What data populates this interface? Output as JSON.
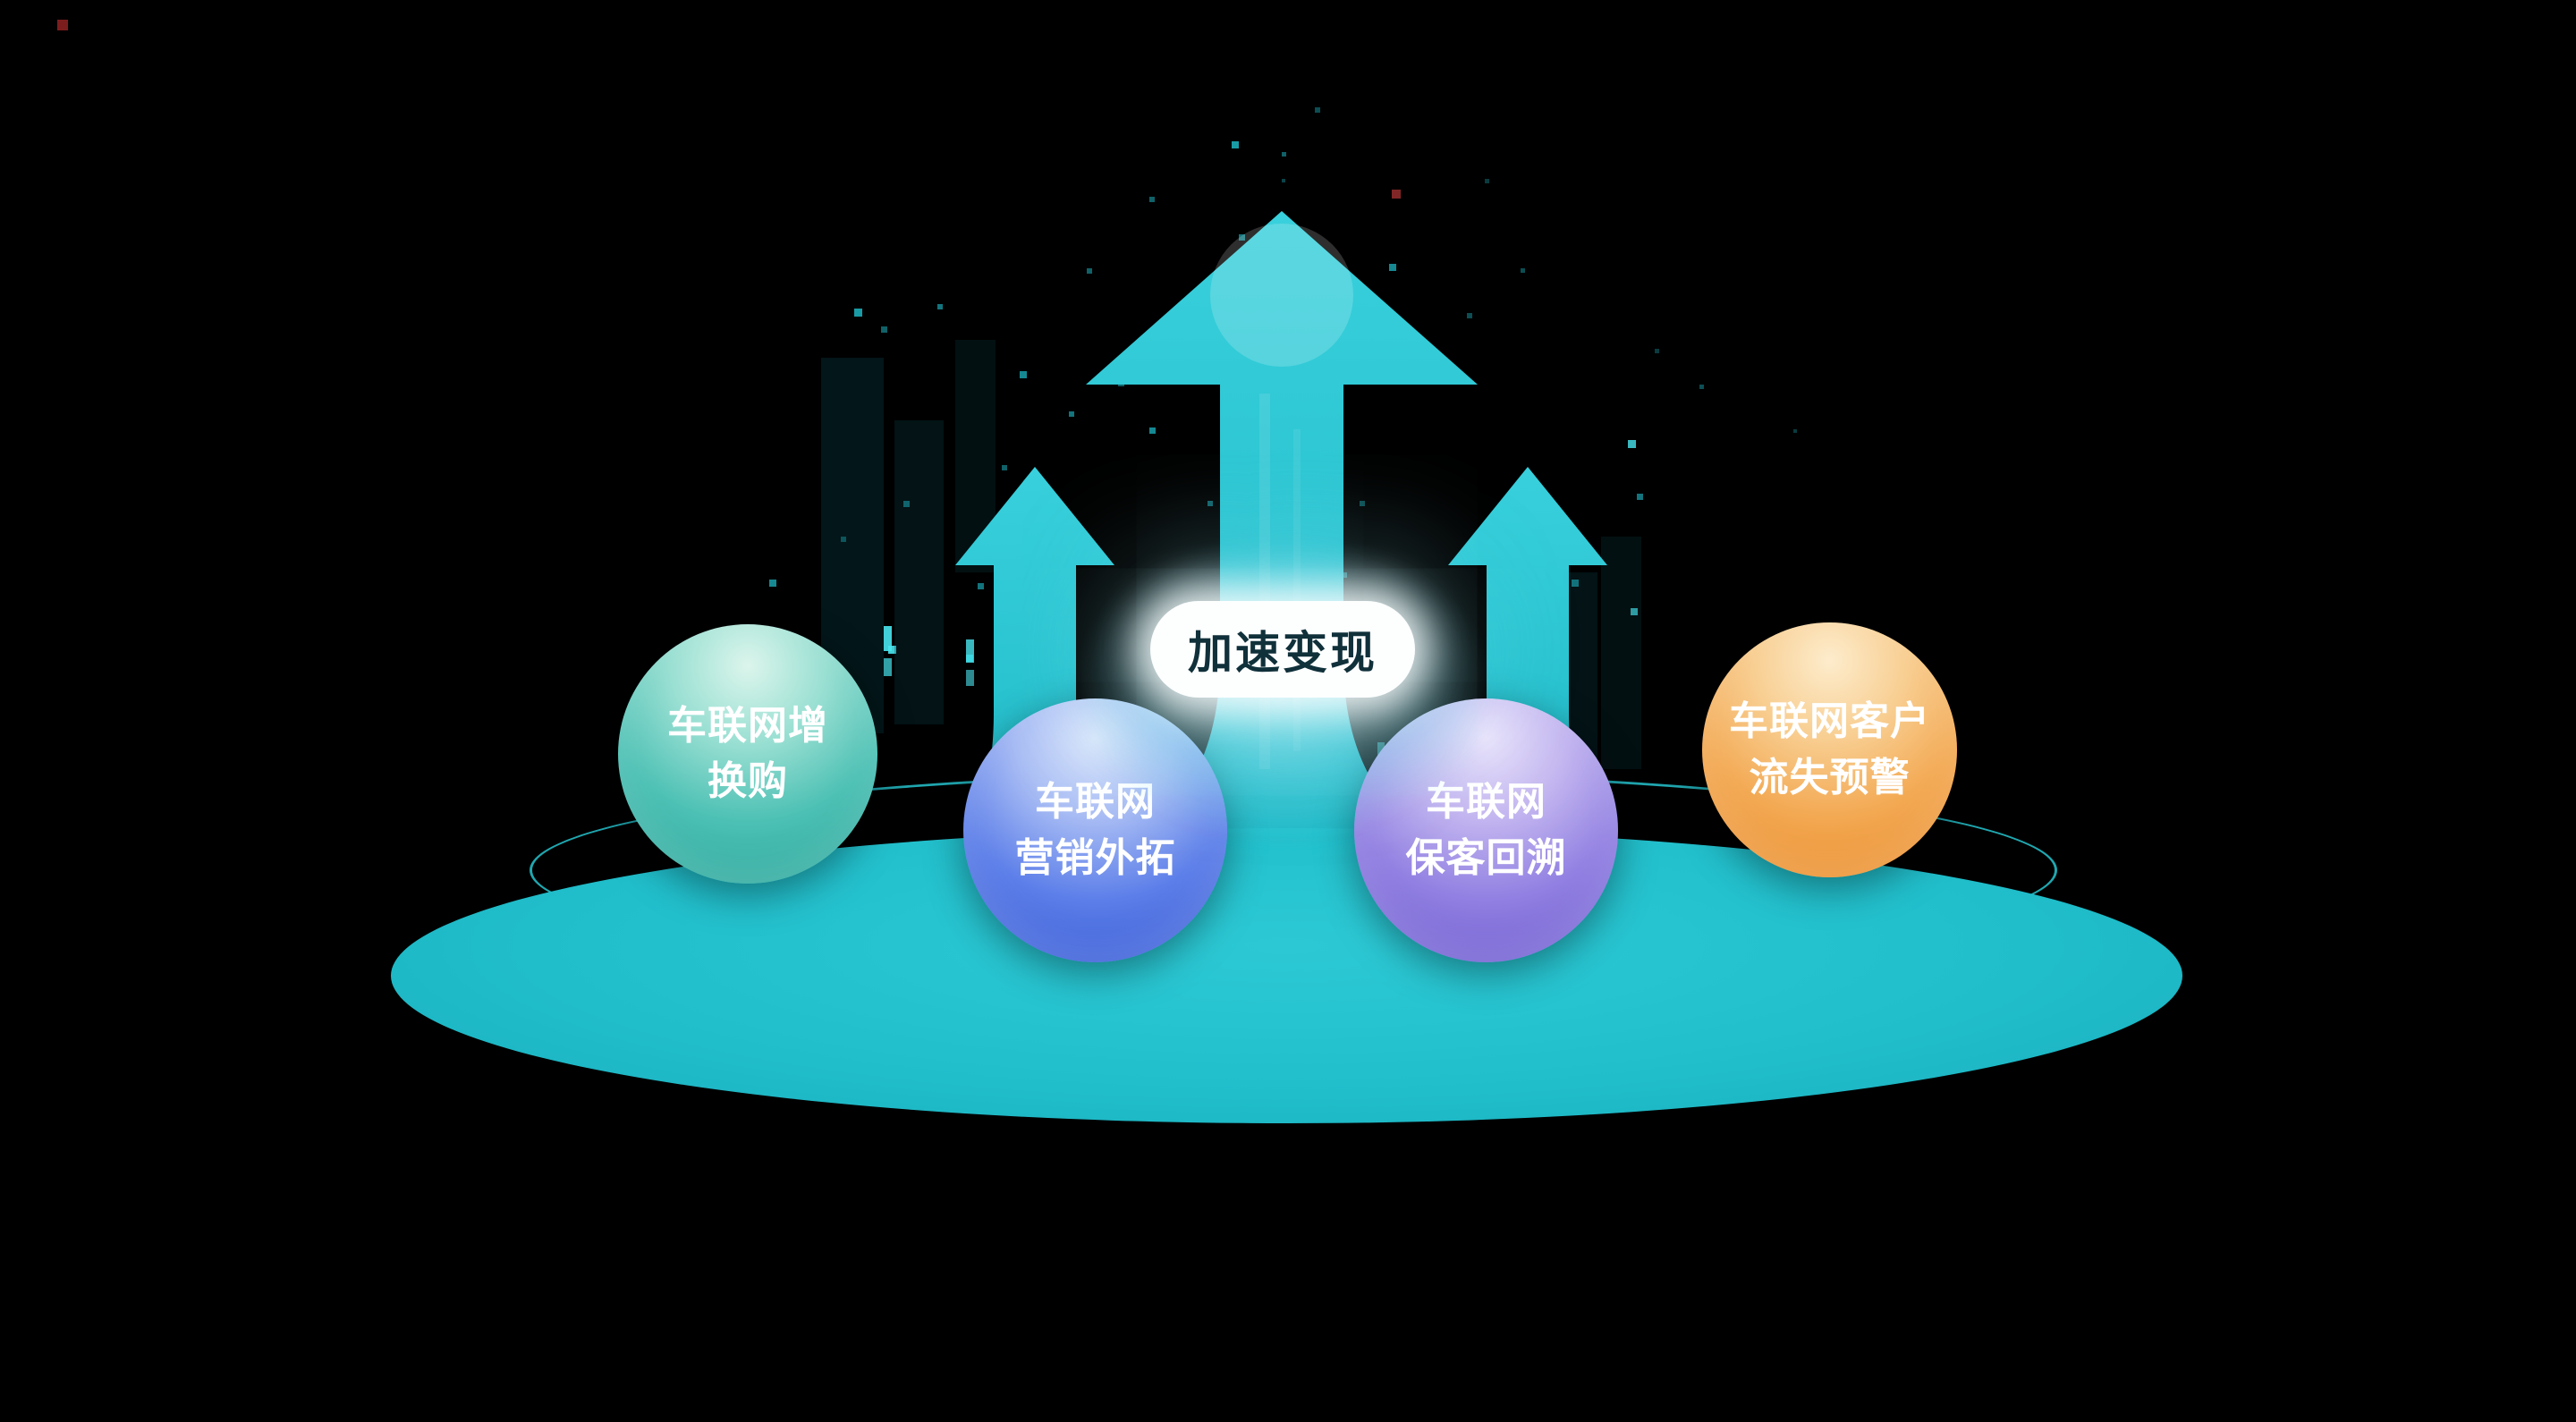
{
  "diagram": {
    "center_pill": {
      "label": "加速变现",
      "bg": "#ffffff",
      "text_color": "#10303a"
    },
    "spheres": [
      {
        "id": "iov-trade-in",
        "label": "车联网增\n换购",
        "color_top": "#dcf5ec",
        "color_main": "#3db2a6"
      },
      {
        "id": "iov-marketing-expansion",
        "label": "车联网\n营销外拓",
        "color_top": "#dee8fb",
        "color_main": "#4468dd"
      },
      {
        "id": "iov-customer-retention",
        "label": "车联网\n保客回溯",
        "color_top": "#eae4fb",
        "color_main": "#7e6ad6"
      },
      {
        "id": "iov-churn-warning",
        "label": "车联网客户\n流失预警",
        "color_top": "#fdeccc",
        "color_main": "#ef9636"
      }
    ],
    "colors": {
      "background": "#000000",
      "platform": "#1fc0cd",
      "arrows": "#27c4d0",
      "ring": "#26c4cf"
    }
  }
}
